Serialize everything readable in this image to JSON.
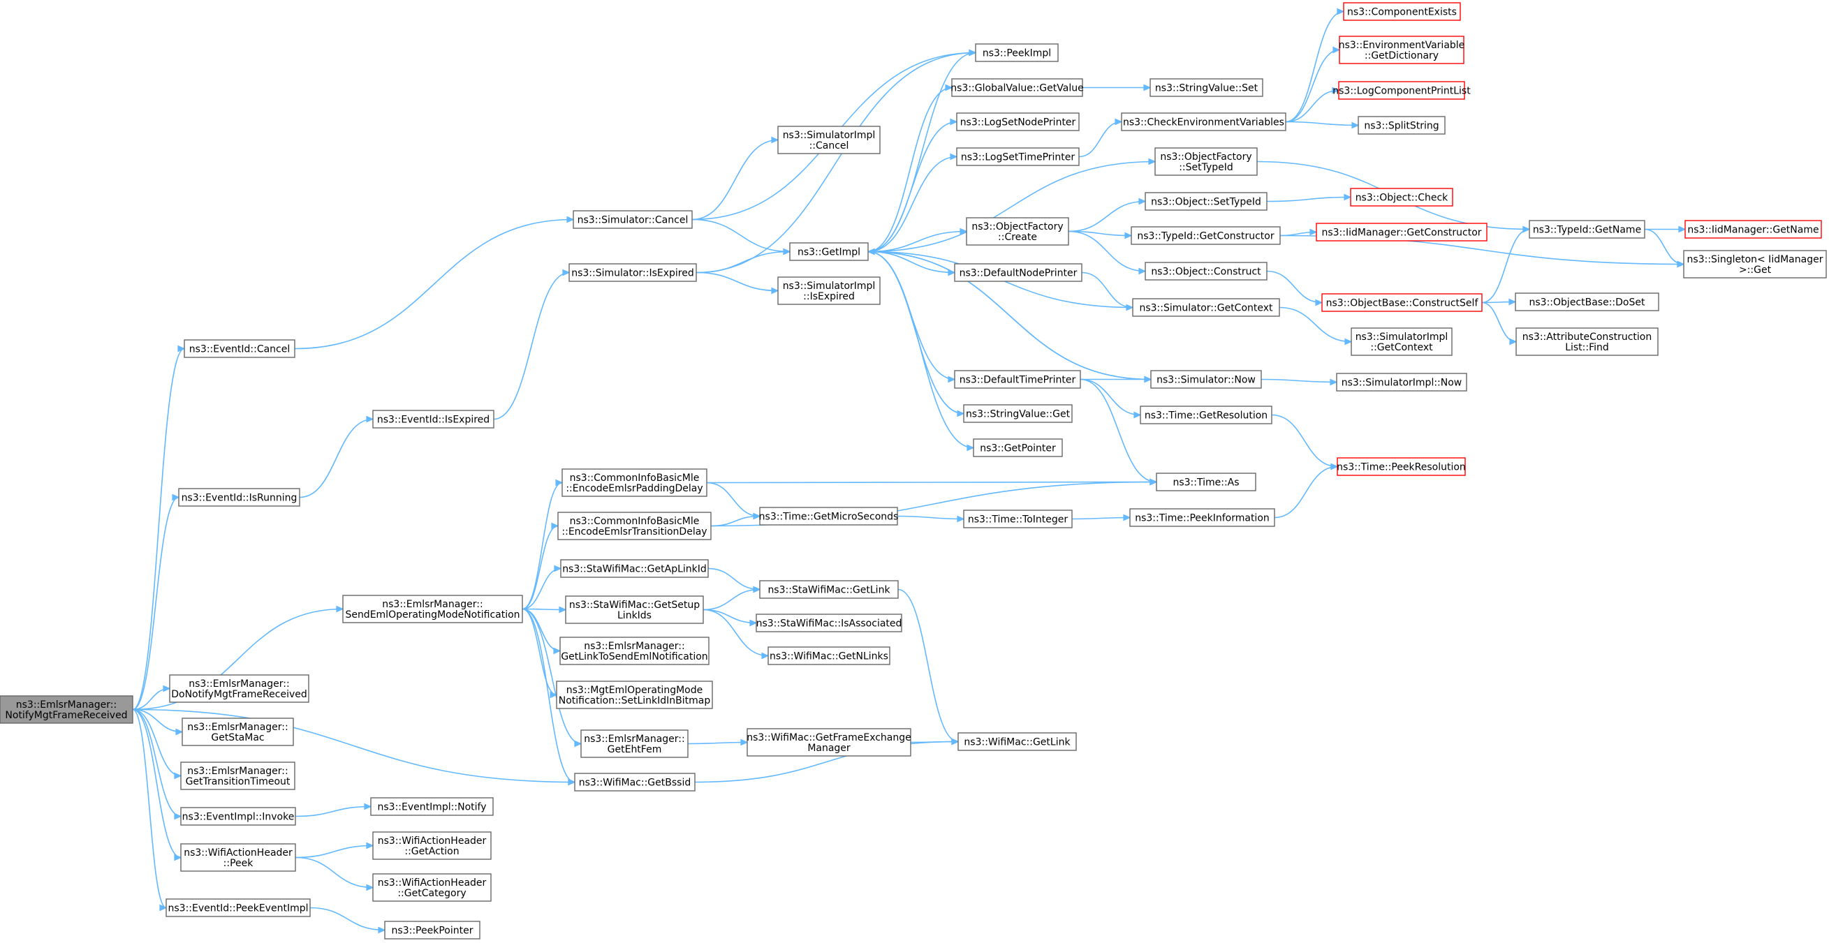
{
  "colors": {
    "edge": "#63b8ff",
    "node_fill": "#ffffff",
    "node_stroke": "#666666",
    "truncated_stroke": "#ff0000",
    "root_fill": "#999999",
    "root_stroke": "#666666",
    "text": "#000000"
  },
  "nodes": [
    {
      "id": "root",
      "lines": [
        "ns3::EmlsrManager::",
        "NotifyMgtFrameReceived"
      ],
      "kind": "root"
    },
    {
      "id": "eventid_cancel",
      "lines": [
        "ns3::EventId::Cancel"
      ],
      "kind": "normal"
    },
    {
      "id": "eventid_isrunning",
      "lines": [
        "ns3::EventId::IsRunning"
      ],
      "kind": "normal"
    },
    {
      "id": "emlsr_sendeml",
      "lines": [
        "ns3::EmlsrManager::",
        "SendEmlOperatingModeNotification"
      ],
      "kind": "normal"
    },
    {
      "id": "emlsr_donotify",
      "lines": [
        "ns3::EmlsrManager::",
        "DoNotifyMgtFrameReceived"
      ],
      "kind": "normal"
    },
    {
      "id": "emlsr_getstamac",
      "lines": [
        "ns3::EmlsrManager::",
        "GetStaMac"
      ],
      "kind": "normal"
    },
    {
      "id": "emlsr_gettransition",
      "lines": [
        "ns3::EmlsrManager::",
        "GetTransitionTimeout"
      ],
      "kind": "normal"
    },
    {
      "id": "eventimpl_invoke",
      "lines": [
        "ns3::EventImpl::Invoke"
      ],
      "kind": "normal"
    },
    {
      "id": "wifiactionheader_peek",
      "lines": [
        "ns3::WifiActionHeader",
        "::Peek"
      ],
      "kind": "normal"
    },
    {
      "id": "eventid_peekeventimpl",
      "lines": [
        "ns3::EventId::PeekEventImpl"
      ],
      "kind": "normal"
    },
    {
      "id": "eventid_isexpired",
      "lines": [
        "ns3::EventId::IsExpired"
      ],
      "kind": "normal"
    },
    {
      "id": "simulator_cancel",
      "lines": [
        "ns3::Simulator::Cancel"
      ],
      "kind": "normal"
    },
    {
      "id": "simulator_isexpired",
      "lines": [
        "ns3::Simulator::IsExpired"
      ],
      "kind": "normal"
    },
    {
      "id": "cibm_padding",
      "lines": [
        "ns3::CommonInfoBasicMle",
        "::EncodeEmlsrPaddingDelay"
      ],
      "kind": "normal"
    },
    {
      "id": "cibm_transition",
      "lines": [
        "ns3::CommonInfoBasicMle",
        "::EncodeEmlsrTransitionDelay"
      ],
      "kind": "normal"
    },
    {
      "id": "stawifimac_getaplinkid",
      "lines": [
        "ns3::StaWifiMac::GetApLinkId"
      ],
      "kind": "normal"
    },
    {
      "id": "stawifimac_getsetuplinkids",
      "lines": [
        "ns3::StaWifiMac::GetSetup",
        "LinkIds"
      ],
      "kind": "normal"
    },
    {
      "id": "emlsr_getlinktosend",
      "lines": [
        "ns3::EmlsrManager::",
        "GetLinkToSendEmlNotification"
      ],
      "kind": "normal"
    },
    {
      "id": "mgteml_setlinkid",
      "lines": [
        "ns3::MgtEmlOperatingMode",
        "Notification::SetLinkIdInBitmap"
      ],
      "kind": "normal"
    },
    {
      "id": "emlsr_getehtfem",
      "lines": [
        "ns3::EmlsrManager::",
        "GetEhtFem"
      ],
      "kind": "normal"
    },
    {
      "id": "wifimac_getbssid",
      "lines": [
        "ns3::WifiMac::GetBssid"
      ],
      "kind": "normal"
    },
    {
      "id": "eventimpl_notify",
      "lines": [
        "ns3::EventImpl::Notify"
      ],
      "kind": "normal"
    },
    {
      "id": "wah_getaction",
      "lines": [
        "ns3::WifiActionHeader",
        "::GetAction"
      ],
      "kind": "normal"
    },
    {
      "id": "wah_getcategory",
      "lines": [
        "ns3::WifiActionHeader",
        "::GetCategory"
      ],
      "kind": "normal"
    },
    {
      "id": "peekpointer",
      "lines": [
        "ns3::PeekPointer"
      ],
      "kind": "normal"
    },
    {
      "id": "simimpl_cancel",
      "lines": [
        "ns3::SimulatorImpl",
        "::Cancel"
      ],
      "kind": "normal"
    },
    {
      "id": "getimpl",
      "lines": [
        "ns3::GetImpl"
      ],
      "kind": "normal"
    },
    {
      "id": "simimpl_isexpired",
      "lines": [
        "ns3::SimulatorImpl",
        "::IsExpired"
      ],
      "kind": "normal"
    },
    {
      "id": "time_getmicroseconds",
      "lines": [
        "ns3::Time::GetMicroSeconds"
      ],
      "kind": "normal"
    },
    {
      "id": "stawifimac_getlink",
      "lines": [
        "ns3::StaWifiMac::GetLink"
      ],
      "kind": "normal"
    },
    {
      "id": "stawifimac_isassociated",
      "lines": [
        "ns3::StaWifiMac::IsAssociated"
      ],
      "kind": "normal"
    },
    {
      "id": "wifimac_getnlinks",
      "lines": [
        "ns3::WifiMac::GetNLinks"
      ],
      "kind": "normal"
    },
    {
      "id": "wifimac_getframeexchange",
      "lines": [
        "ns3::WifiMac::GetFrameExchange",
        "Manager"
      ],
      "kind": "normal"
    },
    {
      "id": "peekimpl",
      "lines": [
        "ns3::PeekImpl"
      ],
      "kind": "normal"
    },
    {
      "id": "globalvalue_getvalue",
      "lines": [
        "ns3::GlobalValue::GetValue"
      ],
      "kind": "normal"
    },
    {
      "id": "logsetnodeprinter",
      "lines": [
        "ns3::LogSetNodePrinter"
      ],
      "kind": "normal"
    },
    {
      "id": "logsettimeprinter",
      "lines": [
        "ns3::LogSetTimePrinter"
      ],
      "kind": "normal"
    },
    {
      "id": "objectfactory_create",
      "lines": [
        "ns3::ObjectFactory",
        "::Create"
      ],
      "kind": "normal"
    },
    {
      "id": "defaultnodeprinter",
      "lines": [
        "ns3::DefaultNodePrinter"
      ],
      "kind": "normal"
    },
    {
      "id": "defaulttimeprinter",
      "lines": [
        "ns3::DefaultTimePrinter"
      ],
      "kind": "normal"
    },
    {
      "id": "stringvalue_get",
      "lines": [
        "ns3::StringValue::Get"
      ],
      "kind": "normal"
    },
    {
      "id": "getpointer",
      "lines": [
        "ns3::GetPointer"
      ],
      "kind": "normal"
    },
    {
      "id": "time_tointeger",
      "lines": [
        "ns3::Time::ToInteger"
      ],
      "kind": "normal"
    },
    {
      "id": "wifimac_getlink",
      "lines": [
        "ns3::WifiMac::GetLink"
      ],
      "kind": "normal"
    },
    {
      "id": "stringvalue_set",
      "lines": [
        "ns3::StringValue::Set"
      ],
      "kind": "normal"
    },
    {
      "id": "checkenvvars",
      "lines": [
        "ns3::CheckEnvironmentVariables"
      ],
      "kind": "normal"
    },
    {
      "id": "objectfactory_settypeid",
      "lines": [
        "ns3::ObjectFactory",
        "::SetTypeId"
      ],
      "kind": "normal"
    },
    {
      "id": "object_settypeid",
      "lines": [
        "ns3::Object::SetTypeId"
      ],
      "kind": "normal"
    },
    {
      "id": "typeid_getconstructor",
      "lines": [
        "ns3::TypeId::GetConstructor"
      ],
      "kind": "normal"
    },
    {
      "id": "object_construct",
      "lines": [
        "ns3::Object::Construct"
      ],
      "kind": "normal"
    },
    {
      "id": "simulator_getcontext",
      "lines": [
        "ns3::Simulator::GetContext"
      ],
      "kind": "normal"
    },
    {
      "id": "simulator_now",
      "lines": [
        "ns3::Simulator::Now"
      ],
      "kind": "normal"
    },
    {
      "id": "time_getresolution",
      "lines": [
        "ns3::Time::GetResolution"
      ],
      "kind": "normal"
    },
    {
      "id": "time_as",
      "lines": [
        "ns3::Time::As"
      ],
      "kind": "normal"
    },
    {
      "id": "time_peekinformation",
      "lines": [
        "ns3::Time::PeekInformation"
      ],
      "kind": "normal"
    },
    {
      "id": "componentexists",
      "lines": [
        "ns3::ComponentExists"
      ],
      "kind": "truncated"
    },
    {
      "id": "envvar_getdictionary",
      "lines": [
        "ns3::EnvironmentVariable",
        "::GetDictionary"
      ],
      "kind": "truncated"
    },
    {
      "id": "logcomponentprintlist",
      "lines": [
        "ns3::LogComponentPrintList"
      ],
      "kind": "truncated"
    },
    {
      "id": "splitstring",
      "lines": [
        "ns3::SplitString"
      ],
      "kind": "normal"
    },
    {
      "id": "object_check",
      "lines": [
        "ns3::Object::Check"
      ],
      "kind": "truncated"
    },
    {
      "id": "iidmanager_getconstructor",
      "lines": [
        "ns3::IidManager::GetConstructor"
      ],
      "kind": "truncated"
    },
    {
      "id": "objectbase_constructself",
      "lines": [
        "ns3::ObjectBase::ConstructSelf"
      ],
      "kind": "truncated"
    },
    {
      "id": "simimpl_getcontext",
      "lines": [
        "ns3::SimulatorImpl",
        "::GetContext"
      ],
      "kind": "normal"
    },
    {
      "id": "simimpl_now",
      "lines": [
        "ns3::SimulatorImpl::Now"
      ],
      "kind": "normal"
    },
    {
      "id": "time_peekresolution",
      "lines": [
        "ns3::Time::PeekResolution"
      ],
      "kind": "truncated"
    },
    {
      "id": "typeid_getname",
      "lines": [
        "ns3::TypeId::GetName"
      ],
      "kind": "normal"
    },
    {
      "id": "objectbase_doset",
      "lines": [
        "ns3::ObjectBase::DoSet"
      ],
      "kind": "normal"
    },
    {
      "id": "attrconstructionlist_find",
      "lines": [
        "ns3::AttributeConstruction",
        "List::Find"
      ],
      "kind": "normal"
    },
    {
      "id": "iidmanager_getname",
      "lines": [
        "ns3::IidManager::GetName"
      ],
      "kind": "truncated"
    },
    {
      "id": "singleton_get",
      "lines": [
        "ns3::Singleton< IidManager",
        ">::Get"
      ],
      "kind": "normal"
    }
  ],
  "edges": [
    [
      "root",
      "eventid_cancel"
    ],
    [
      "root",
      "eventid_isrunning"
    ],
    [
      "root",
      "emlsr_sendeml"
    ],
    [
      "root",
      "emlsr_donotify"
    ],
    [
      "root",
      "emlsr_getstamac"
    ],
    [
      "root",
      "emlsr_gettransition"
    ],
    [
      "root",
      "eventimpl_invoke"
    ],
    [
      "root",
      "wifiactionheader_peek"
    ],
    [
      "root",
      "eventid_peekeventimpl"
    ],
    [
      "root",
      "wifimac_getbssid"
    ],
    [
      "eventid_cancel",
      "simulator_cancel"
    ],
    [
      "eventid_isrunning",
      "eventid_isexpired"
    ],
    [
      "eventid_isexpired",
      "simulator_isexpired"
    ],
    [
      "simulator_cancel",
      "simimpl_cancel"
    ],
    [
      "simulator_cancel",
      "getimpl"
    ],
    [
      "simulator_cancel",
      "peekimpl"
    ],
    [
      "simulator_isexpired",
      "getimpl"
    ],
    [
      "simulator_isexpired",
      "simimpl_isexpired"
    ],
    [
      "simulator_isexpired",
      "peekimpl"
    ],
    [
      "emlsr_sendeml",
      "cibm_padding"
    ],
    [
      "emlsr_sendeml",
      "cibm_transition"
    ],
    [
      "emlsr_sendeml",
      "stawifimac_getaplinkid"
    ],
    [
      "emlsr_sendeml",
      "stawifimac_getsetuplinkids"
    ],
    [
      "emlsr_sendeml",
      "emlsr_getlinktosend"
    ],
    [
      "emlsr_sendeml",
      "mgteml_setlinkid"
    ],
    [
      "emlsr_sendeml",
      "emlsr_getehtfem"
    ],
    [
      "emlsr_sendeml",
      "wifimac_getbssid"
    ],
    [
      "cibm_padding",
      "time_getmicroseconds"
    ],
    [
      "cibm_padding",
      "time_as"
    ],
    [
      "cibm_transition",
      "time_getmicroseconds"
    ],
    [
      "cibm_transition",
      "time_as"
    ],
    [
      "time_getmicroseconds",
      "time_tointeger"
    ],
    [
      "time_tointeger",
      "time_peekinformation"
    ],
    [
      "time_peekinformation",
      "time_peekresolution"
    ],
    [
      "stawifimac_getaplinkid",
      "stawifimac_getlink"
    ],
    [
      "stawifimac_getsetuplinkids",
      "stawifimac_getlink"
    ],
    [
      "stawifimac_getsetuplinkids",
      "stawifimac_isassociated"
    ],
    [
      "stawifimac_getsetuplinkids",
      "wifimac_getnlinks"
    ],
    [
      "stawifimac_getlink",
      "wifimac_getlink"
    ],
    [
      "emlsr_getehtfem",
      "wifimac_getframeexchange"
    ],
    [
      "wifimac_getframeexchange",
      "wifimac_getlink"
    ],
    [
      "wifimac_getbssid",
      "wifimac_getlink"
    ],
    [
      "eventimpl_invoke",
      "eventimpl_notify"
    ],
    [
      "wifiactionheader_peek",
      "wah_getaction"
    ],
    [
      "wifiactionheader_peek",
      "wah_getcategory"
    ],
    [
      "eventid_peekeventimpl",
      "peekpointer"
    ],
    [
      "getimpl",
      "peekimpl"
    ],
    [
      "getimpl",
      "globalvalue_getvalue"
    ],
    [
      "getimpl",
      "logsetnodeprinter"
    ],
    [
      "getimpl",
      "logsettimeprinter"
    ],
    [
      "getimpl",
      "objectfactory_settypeid"
    ],
    [
      "getimpl",
      "objectfactory_create"
    ],
    [
      "getimpl",
      "defaultnodeprinter"
    ],
    [
      "getimpl",
      "defaulttimeprinter"
    ],
    [
      "getimpl",
      "stringvalue_get"
    ],
    [
      "getimpl",
      "getpointer"
    ],
    [
      "getimpl",
      "simulator_now"
    ],
    [
      "globalvalue_getvalue",
      "stringvalue_set"
    ],
    [
      "logsettimeprinter",
      "checkenvvars"
    ],
    [
      "checkenvvars",
      "componentexists"
    ],
    [
      "checkenvvars",
      "envvar_getdictionary"
    ],
    [
      "checkenvvars",
      "logcomponentprintlist"
    ],
    [
      "checkenvvars",
      "splitstring"
    ],
    [
      "objectfactory_settypeid",
      "typeid_getname"
    ],
    [
      "objectfactory_create",
      "object_settypeid"
    ],
    [
      "objectfactory_create",
      "typeid_getconstructor"
    ],
    [
      "objectfactory_create",
      "object_construct"
    ],
    [
      "object_settypeid",
      "object_check"
    ],
    [
      "typeid_getconstructor",
      "iidmanager_getconstructor"
    ],
    [
      "typeid_getconstructor",
      "singleton_get"
    ],
    [
      "object_construct",
      "objectbase_constructself"
    ],
    [
      "objectbase_constructself",
      "typeid_getname"
    ],
    [
      "objectbase_constructself",
      "objectbase_doset"
    ],
    [
      "objectbase_constructself",
      "attrconstructionlist_find"
    ],
    [
      "typeid_getname",
      "iidmanager_getname"
    ],
    [
      "typeid_getname",
      "singleton_get"
    ],
    [
      "defaultnodeprinter",
      "simulator_getcontext"
    ],
    [
      "simulator_getcontext",
      "getimpl"
    ],
    [
      "simulator_getcontext",
      "simimpl_getcontext"
    ],
    [
      "defaulttimeprinter",
      "simulator_now"
    ],
    [
      "defaulttimeprinter",
      "time_getresolution"
    ],
    [
      "defaulttimeprinter",
      "time_as"
    ],
    [
      "simulator_now",
      "getimpl"
    ],
    [
      "simulator_now",
      "simimpl_now"
    ],
    [
      "time_getresolution",
      "time_peekresolution"
    ]
  ]
}
